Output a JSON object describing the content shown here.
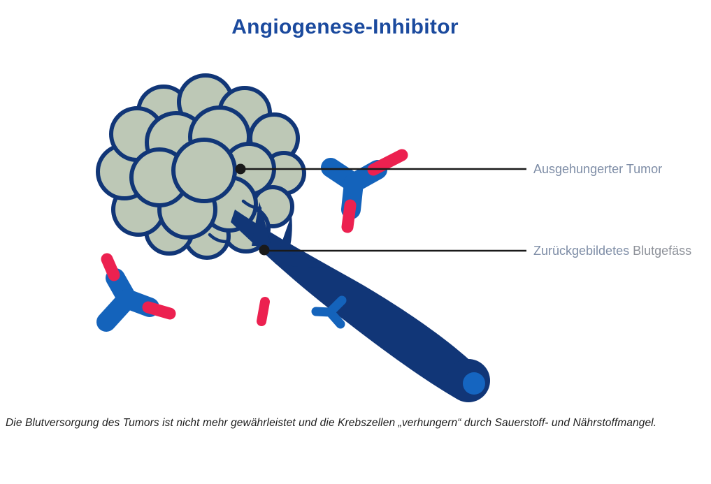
{
  "title": "Angiogenese-Inhibitor",
  "labels": {
    "tumor": {
      "text": "Ausgehungerter Tumor"
    },
    "vessel": {
      "word1": "Zurückgebildetes",
      "word2": "Blutgefäss"
    }
  },
  "caption": "Die Blutversorgung des Tumors ist nicht mehr gewährleistet und die Krebszellen „verhungern“ durch Sauerstoff- und Nährstoffmangel.",
  "illustration": {
    "parts": [
      "tumor-cell-cluster-icon",
      "regressed-blood-vessel-icon",
      "vessel-lumen-icon",
      "withered-branch-icon",
      "antibody-icon-upper-right",
      "antibody-icon-lower-left",
      "antibody-icon-small",
      "inhibitor-fragment-icon"
    ]
  },
  "colors": {
    "title_blue": "#1b4a9e",
    "navy": "#113677",
    "lumen_blue": "#1565c0",
    "antibody_blue": "#1463bb",
    "tip_red": "#ec2150",
    "tumor_fill": "#bdc8b6",
    "label_gray": "#8d9199",
    "label_gray_blue": "#7e8da6",
    "caption_dark": "#1e1e1e",
    "pointer_black": "#1a1a1a"
  }
}
